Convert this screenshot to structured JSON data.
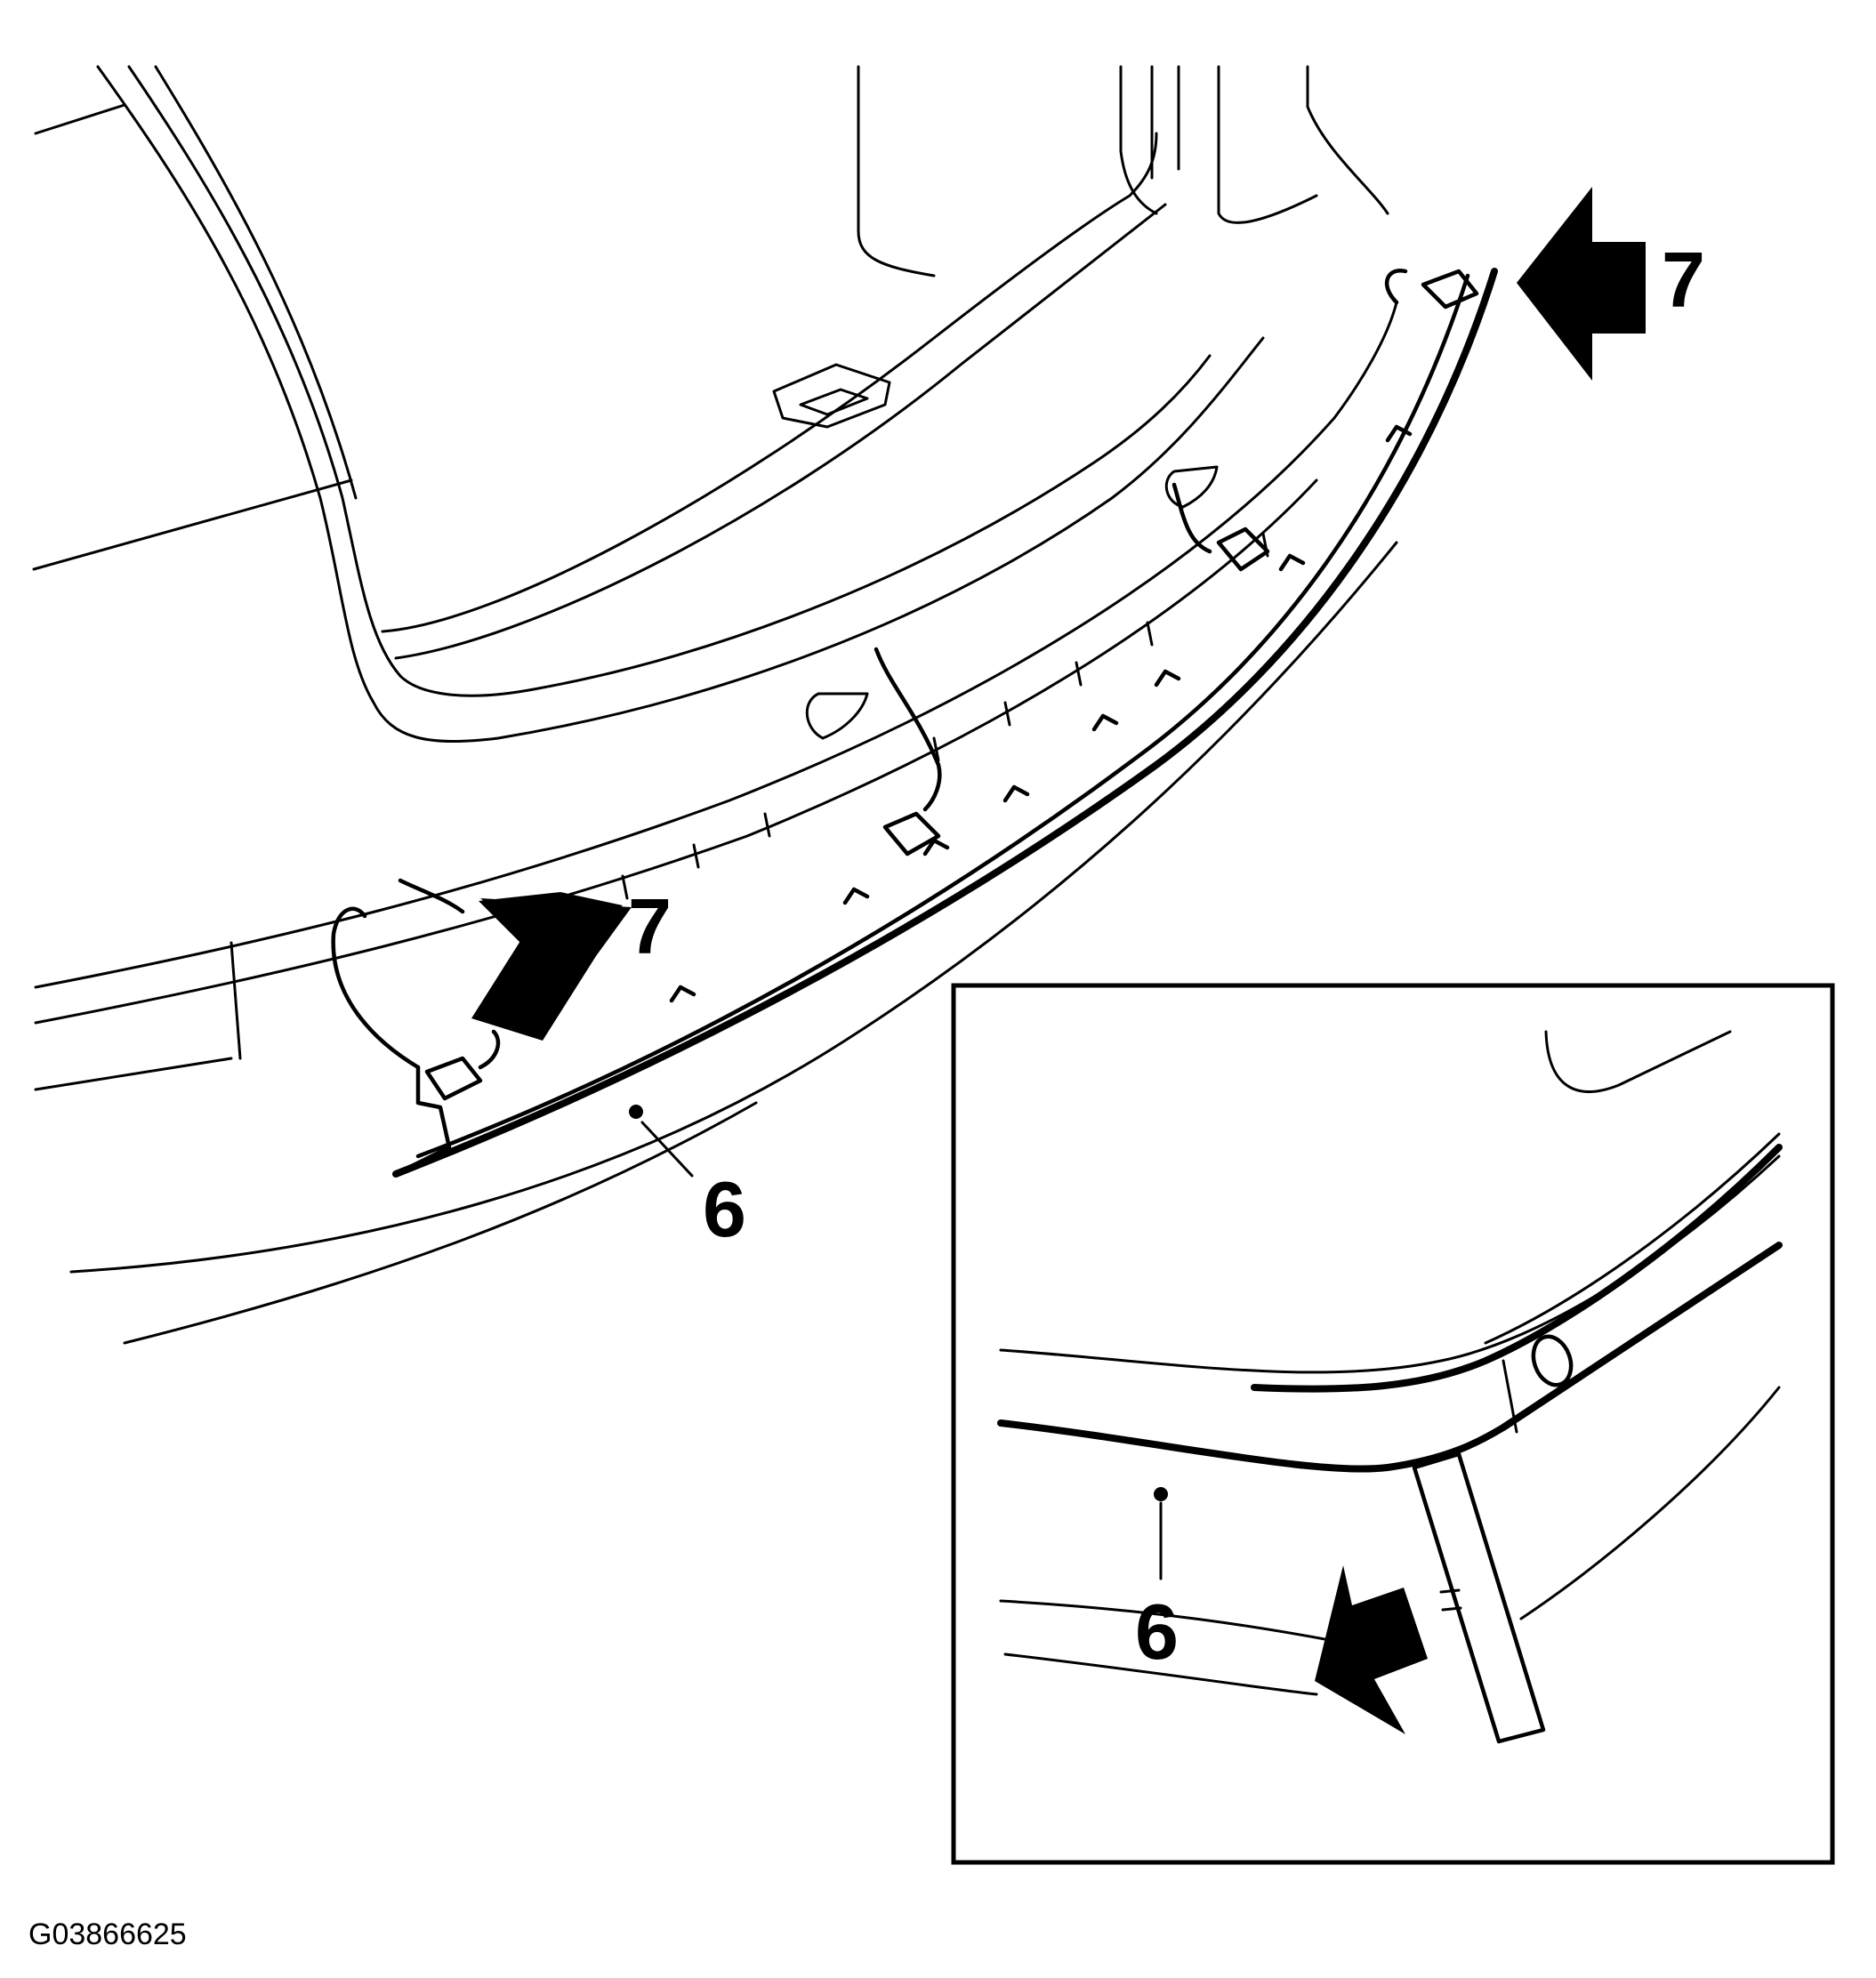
{
  "callouts": {
    "arrow_top_right": "7",
    "arrow_center": "7",
    "strip_main": "6",
    "strip_inset": "6"
  },
  "figure_code": "G03866625",
  "icons": {
    "arrow": "push-arrow-icon",
    "leader_dot": "leader-dot-icon"
  },
  "colors": {
    "ink": "#000000",
    "paper": "#ffffff"
  }
}
